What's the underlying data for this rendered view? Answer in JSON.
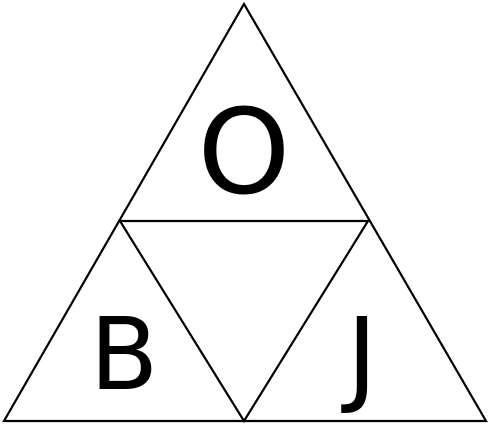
{
  "diagram": {
    "letters": {
      "top": "O",
      "bottom_left": "B",
      "bottom_right": "J"
    },
    "colors": {
      "stroke": "#000000",
      "background": "#ffffff"
    }
  }
}
